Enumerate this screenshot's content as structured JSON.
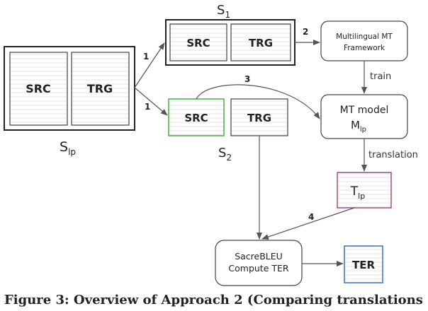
{
  "diagram": {
    "corpus": {
      "src": "SRC",
      "trg": "TRG",
      "label": "S",
      "label_sub": "lp"
    },
    "s1": {
      "src": "SRC",
      "trg": "TRG",
      "label": "S",
      "label_sub": "1"
    },
    "s2": {
      "src": "SRC",
      "trg": "TRG",
      "label": "S",
      "label_sub": "2"
    },
    "framework": {
      "line1": "Multilingual MT",
      "line2": "Framework"
    },
    "model": {
      "line1": "MT model",
      "label": "M",
      "label_sub": "lp"
    },
    "translation": {
      "label": "T",
      "label_sub": "lp"
    },
    "scorer": {
      "line1": "SacreBLEU",
      "line2": "Compute TER"
    },
    "result": {
      "label": "TER"
    },
    "edges": {
      "corpus_to_s1": "1",
      "corpus_to_s2": "1",
      "s1_to_framework": "2",
      "s2src_to_model": "3",
      "translation_to_scorer": "4",
      "framework_to_model": "train",
      "model_to_translation": "translation"
    }
  },
  "caption": "Figure 3: Overview of Approach 2 (Comparing translations"
}
